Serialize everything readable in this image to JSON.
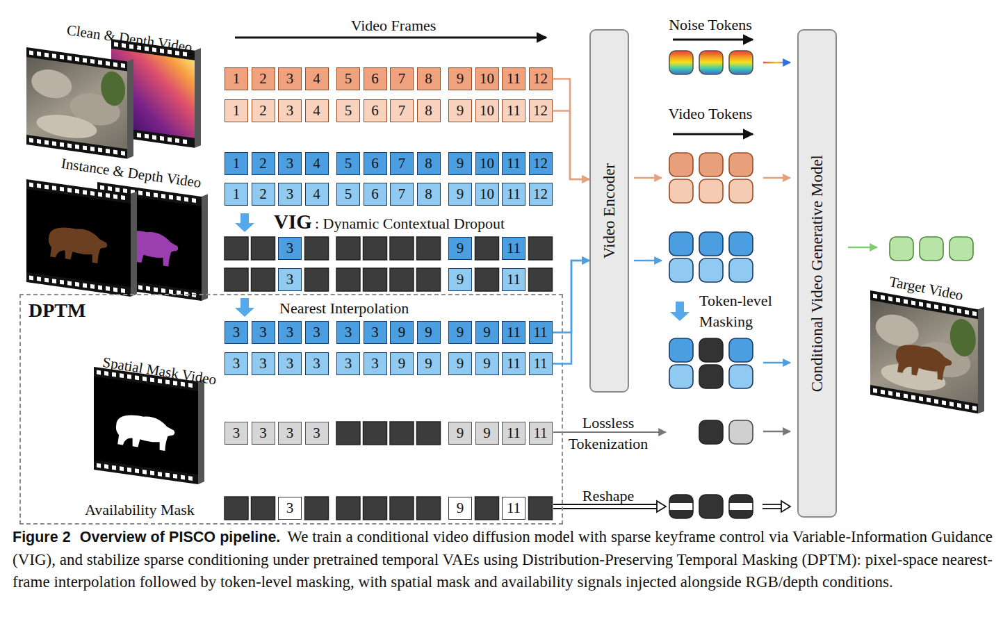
{
  "diagram": {
    "caption": "We train a conditional video diffusion model with sparse keyframe control via Variable-Information Guidance (VIG), and stabilize sparse conditioning under pretrained temporal VAEs using Distribution-Preserving Temporal Masking (DPTM): pixel-space nearest-frame interpolation followed by token-level masking, with spatial mask and availability signals injected alongside RGB/depth conditions.",
    "nodes": [
      {
        "text": [
          "1"
        ]
      },
      {
        "text": [
          "2"
        ]
      },
      {
        "text": [
          "3"
        ]
      },
      {
        "text": [
          "4"
        ]
      },
      {
        "text": [
          "5"
        ]
      },
      {
        "text": [
          "6"
        ]
      },
      {
        "text": [
          "7"
        ]
      },
      {
        "text": [
          "8"
        ]
      },
      {
        "text": [
          "9"
        ]
      },
      {
        "text": [
          "10"
        ]
      },
      {
        "text": [
          "11"
        ]
      },
      {
        "text": [
          "12"
        ]
      },
      {
        "text": [
          "1"
        ]
      },
      {
        "text": [
          "2"
        ]
      },
      {
        "text": [
          "3"
        ]
      },
      {
        "text": [
          "4"
        ]
      },
      {
        "text": [
          "5"
        ]
      },
      {
        "text": [
          "6"
        ]
      },
      {
        "text": [
          "7"
        ]
      },
      {
        "text": [
          "8"
        ]
      },
      {
        "text": [
          "9"
        ]
      },
      {
        "text": [
          "10"
        ]
      },
      {
        "text": [
          "11"
        ]
      },
      {
        "text": [
          "12"
        ]
      },
      {
        "text": [
          "1"
        ]
      },
      {
        "text": [
          "2"
        ]
      },
      {
        "text": [
          "3"
        ]
      },
      {
        "text": [
          "4"
        ]
      },
      {
        "text": [
          "5"
        ]
      },
      {
        "text": [
          "6"
        ]
      },
      {
        "text": [
          "7"
        ]
      },
      {
        "text": [
          "8"
        ]
      },
      {
        "text": [
          "9"
        ]
      },
      {
        "text": [
          "10"
        ]
      },
      {
        "text": [
          "11"
        ]
      },
      {
        "text": [
          "12"
        ]
      },
      {
        "text": [
          "1"
        ]
      },
      {
        "text": [
          "2"
        ]
      },
      {
        "text": [
          "3"
        ]
      },
      {
        "text": [
          "4"
        ]
      },
      {
        "text": [
          "5"
        ]
      },
      {
        "text": [
          "6"
        ]
      },
      {
        "text": [
          "7"
        ]
      },
      {
        "text": [
          "8"
        ]
      },
      {
        "text": [
          "9"
        ]
      },
      {
        "text": [
          "10"
        ]
      },
      {
        "text": [
          "11"
        ]
      },
      {
        "text": [
          "12"
        ]
      },
      {
        "text": [
          "3"
        ]
      },
      {
        "text": [
          "9"
        ]
      },
      {
        "text": [
          "11"
        ]
      },
      {
        "text": [
          "3"
        ]
      },
      {
        "text": [
          "9"
        ]
      },
      {
        "text": [
          "11"
        ]
      },
      {
        "text": [
          "DPTM"
        ]
      },
      {
        "text": [
          "3"
        ],
        "in": 54
      },
      {
        "text": [
          "3"
        ],
        "in": 54
      },
      {
        "text": [
          "3"
        ],
        "in": 54
      },
      {
        "text": [
          "3"
        ],
        "in": 54
      },
      {
        "text": [
          "3"
        ],
        "in": 54
      },
      {
        "text": [
          "3"
        ],
        "in": 54
      },
      {
        "text": [
          "9"
        ],
        "in": 54
      },
      {
        "text": [
          "9"
        ],
        "in": 54
      },
      {
        "text": [
          "9"
        ],
        "in": 54
      },
      {
        "text": [
          "9"
        ],
        "in": 54
      },
      {
        "text": [
          "11"
        ],
        "in": 54
      },
      {
        "text": [
          "11"
        ],
        "in": 54
      },
      {
        "text": [
          "3"
        ],
        "in": 54
      },
      {
        "text": [
          "3"
        ],
        "in": 54
      },
      {
        "text": [
          "3"
        ],
        "in": 54
      },
      {
        "text": [
          "3"
        ],
        "in": 54
      },
      {
        "text": [
          "3"
        ],
        "in": 54
      },
      {
        "text": [
          "3"
        ],
        "in": 54
      },
      {
        "text": [
          "9"
        ],
        "in": 54
      },
      {
        "text": [
          "9"
        ],
        "in": 54
      },
      {
        "text": [
          "9"
        ],
        "in": 54
      },
      {
        "text": [
          "9"
        ],
        "in": 54
      },
      {
        "text": [
          "11"
        ],
        "in": 54
      },
      {
        "text": [
          "11"
        ],
        "in": 54
      },
      {
        "text": [
          "3"
        ],
        "in": 54
      },
      {
        "text": [
          "3"
        ],
        "in": 54
      },
      {
        "text": [
          "3"
        ],
        "in": 54
      },
      {
        "text": [
          "3"
        ],
        "in": 54
      },
      {
        "text": [
          "9"
        ],
        "in": 54
      },
      {
        "text": [
          "9"
        ],
        "in": 54
      },
      {
        "text": [
          "11"
        ],
        "in": 54
      },
      {
        "text": [
          "11"
        ],
        "in": 54
      },
      {
        "text": [
          "3"
        ],
        "in": 54
      },
      {
        "text": [
          "9"
        ],
        "in": 54
      },
      {
        "text": [
          "11"
        ],
        "in": 54
      },
      {
        "text": [
          "Video Encoder"
        ]
      },
      {
        "text": [
          "Conditional Video Generative Model"
        ]
      }
    ],
    "edges": [
      {
        "from": 11,
        "to": 90,
        "arrow": "to"
      },
      {
        "from": 23,
        "to": 90,
        "arrow": "to"
      },
      {
        "from": 66,
        "to": 90,
        "arrow": "to"
      },
      {
        "from": 78,
        "to": 90,
        "arrow": "to"
      }
    ],
    "labels": [
      "Clean & Depth Video",
      "Instance & Depth Video",
      "Video Frames",
      "VIG",
      ": Dynamic Contextual Dropout",
      "Nearest Interpolation",
      "Spatial Mask Video",
      "Availability Mask",
      "Noise Tokens",
      "Video Tokens",
      "Token-level Masking",
      "Lossless Tokenization",
      "Reshape",
      "Target Video",
      "Figure 2",
      "Overview of PISCO pipeline."
    ]
  }
}
